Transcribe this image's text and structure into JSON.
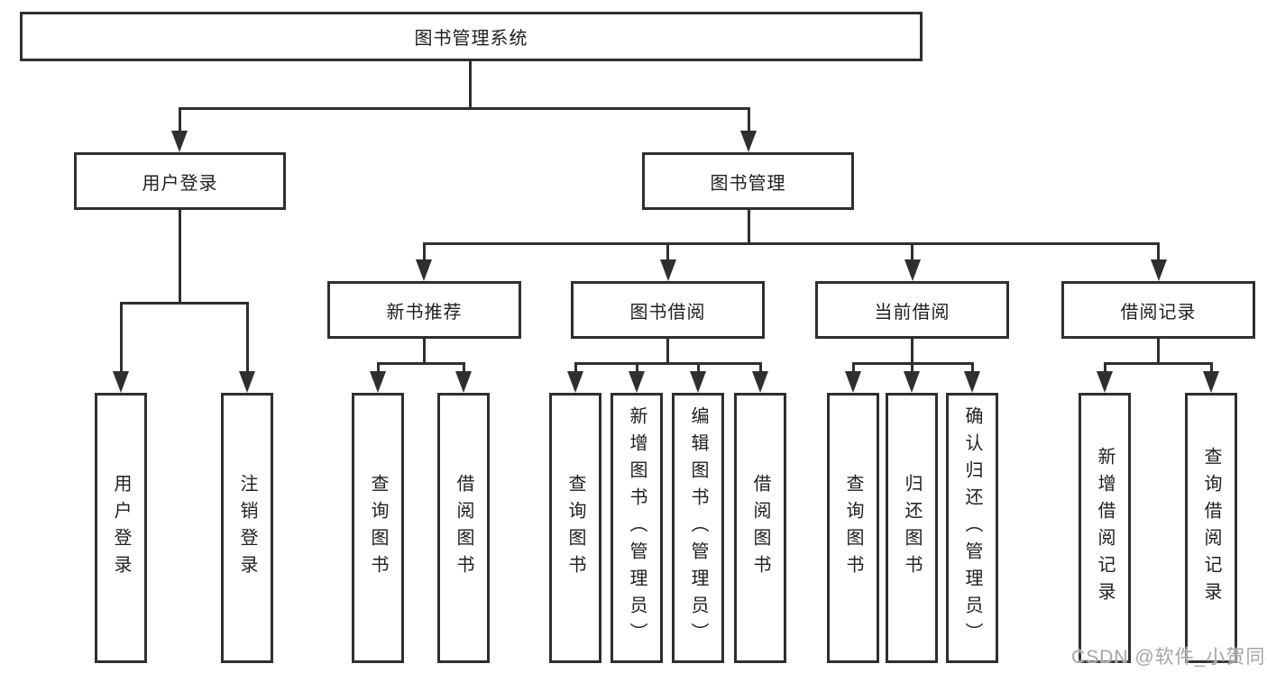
{
  "colors": {
    "line": "#2f2f2f",
    "box_background": "#ffffff",
    "text": "#1f1f1f",
    "watermark": "#a6a6a6"
  },
  "watermark": {
    "text": "CSDN @软件_小贺同学"
  },
  "tree": {
    "root": {
      "label": "图书管理系统"
    },
    "branches": [
      {
        "label": "用户登录",
        "children": [
          {
            "label": "用户登录"
          },
          {
            "label": "注销登录"
          }
        ]
      },
      {
        "label": "图书管理",
        "children": [
          {
            "label": "新书推荐",
            "children": [
              {
                "label": "查询图书"
              },
              {
                "label": "借阅图书"
              }
            ]
          },
          {
            "label": "图书借阅",
            "children": [
              {
                "label": "查询图书"
              },
              {
                "label": "新增图书（管理员）"
              },
              {
                "label": "编辑图书（管理员）"
              },
              {
                "label": "借阅图书"
              }
            ]
          },
          {
            "label": "当前借阅",
            "children": [
              {
                "label": "查询图书"
              },
              {
                "label": "归还图书"
              },
              {
                "label": "确认归还（管理员）"
              }
            ]
          },
          {
            "label": "借阅记录",
            "children": [
              {
                "label": "新增借阅记录"
              },
              {
                "label": "查询借阅记录"
              }
            ]
          }
        ]
      }
    ]
  }
}
